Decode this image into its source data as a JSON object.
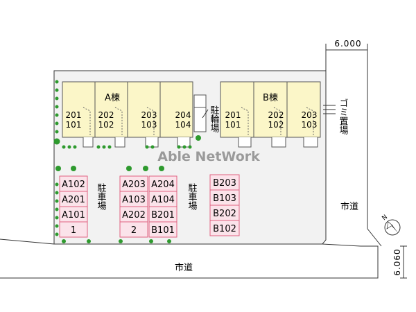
{
  "watermark": "Able NetWork",
  "dimensions": {
    "top_road_width": "6.000",
    "right_road_width": "6.060"
  },
  "roads": {
    "east": "市道",
    "south": "市道"
  },
  "buildings": {
    "a": {
      "name": "A棟",
      "units": [
        {
          "upper": "201",
          "lower": "101"
        },
        {
          "upper": "202",
          "lower": "102"
        },
        {
          "upper": "203",
          "lower": "103"
        },
        {
          "upper": "204",
          "lower": "104"
        }
      ]
    },
    "b": {
      "name": "B棟",
      "units": [
        {
          "upper": "201",
          "lower": "101"
        },
        {
          "upper": "202",
          "lower": "102"
        },
        {
          "upper": "203",
          "lower": "103"
        }
      ]
    }
  },
  "facilities": {
    "bicycle_parking": "駐輪場",
    "garbage": "ゴミ置場",
    "parking_left": "駐車場",
    "parking_right": "駐車場"
  },
  "parking": {
    "column_1": [
      "A102",
      "A201",
      "A101",
      "1"
    ],
    "column_2": [
      "A203",
      "A103",
      "A202",
      "2"
    ],
    "column_3": [
      "A204",
      "A104",
      "B201",
      "B101"
    ],
    "column_4": [
      "B203",
      "B103",
      "B202",
      "B102"
    ]
  },
  "colors": {
    "building_fill": "#fbf6c8",
    "parking_fill": "#fbe3ea",
    "parking_border": "#e06080",
    "lot_fill": "#f2f2f2",
    "tree": "#2e9a2e",
    "watermark": "#9a9a9a"
  },
  "compass_icon": "north-arrow-icon"
}
